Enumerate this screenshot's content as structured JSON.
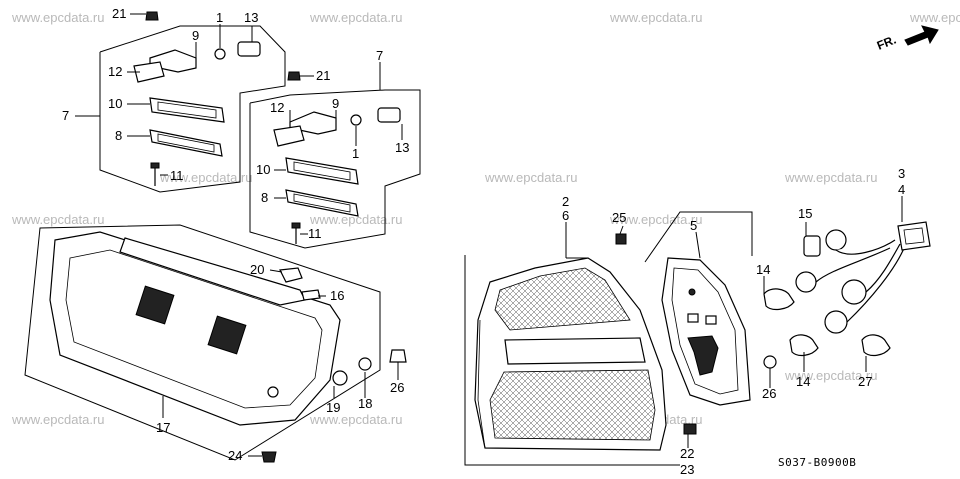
{
  "watermark": "www.epcdata.ru",
  "diagram_code": "S037-B0900B",
  "direction_label": "FR.",
  "callouts": {
    "c1a": "1",
    "c1b": "1",
    "c2": "2",
    "c3": "3",
    "c4": "4",
    "c5": "5",
    "c6": "6",
    "c7a": "7",
    "c7b": "7",
    "c8a": "8",
    "c8b": "8",
    "c9a": "9",
    "c9b": "9",
    "c10a": "10",
    "c10b": "10",
    "c11a": "11",
    "c11b": "11",
    "c12a": "12",
    "c12b": "12",
    "c13a": "13",
    "c13b": "13",
    "c14a": "14",
    "c14b": "14",
    "c15": "15",
    "c16": "16",
    "c17": "17",
    "c18": "18",
    "c19": "19",
    "c20": "20",
    "c21a": "21",
    "c21b": "21",
    "c22": "22",
    "c23": "23",
    "c24": "24",
    "c25": "25",
    "c26a": "26",
    "c26b": "26",
    "c27": "27"
  }
}
